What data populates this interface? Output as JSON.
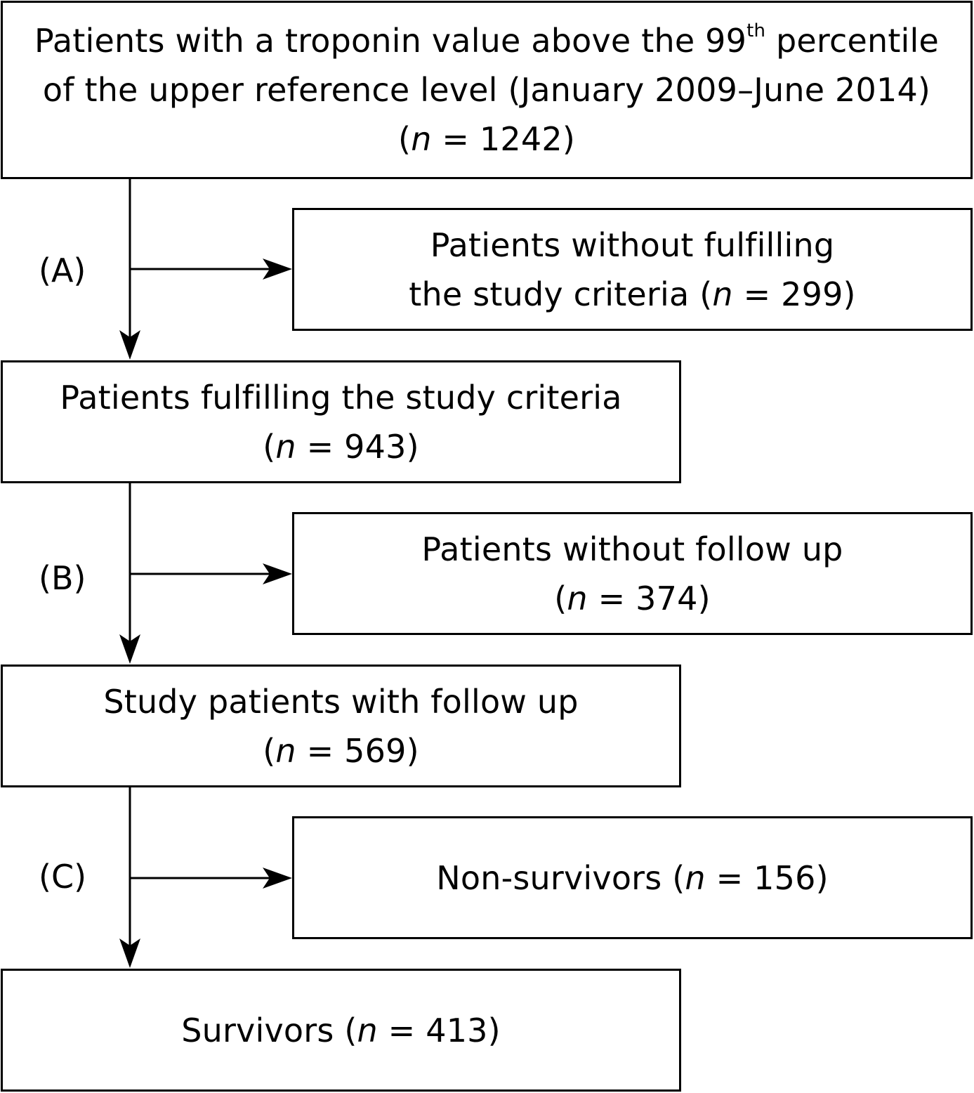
{
  "boxes": {
    "initial": {
      "line1_prefix": "Patients with a troponin value above the 99",
      "line1_sup": "th",
      "line1_suffix": " percentile",
      "line2": "of the upper reference level (January 2009–June 2014)",
      "n_symbol": "n",
      "count": "1242"
    },
    "excluded_criteria": {
      "line1": "Patients without fulfilling",
      "line2": "the study criteria",
      "n_symbol": "n",
      "count": "299"
    },
    "fulfilling": {
      "line1": "Patients fulfilling the study criteria",
      "n_symbol": "n",
      "count": "943"
    },
    "no_follow_up": {
      "line1": "Patients without follow up",
      "n_symbol": "n",
      "count": "374"
    },
    "with_follow_up": {
      "line1": "Study patients with follow up",
      "n_symbol": "n",
      "count": "569"
    },
    "non_survivors": {
      "line1": "Non-survivors",
      "n_symbol": "n",
      "count": "156"
    },
    "survivors": {
      "line1": "Survivors",
      "n_symbol": "n",
      "count": "413"
    }
  },
  "steps": {
    "a": "(A)",
    "b": "(B)",
    "c": "(C)"
  },
  "colors": {
    "line": "#000000",
    "background": "#ffffff"
  }
}
